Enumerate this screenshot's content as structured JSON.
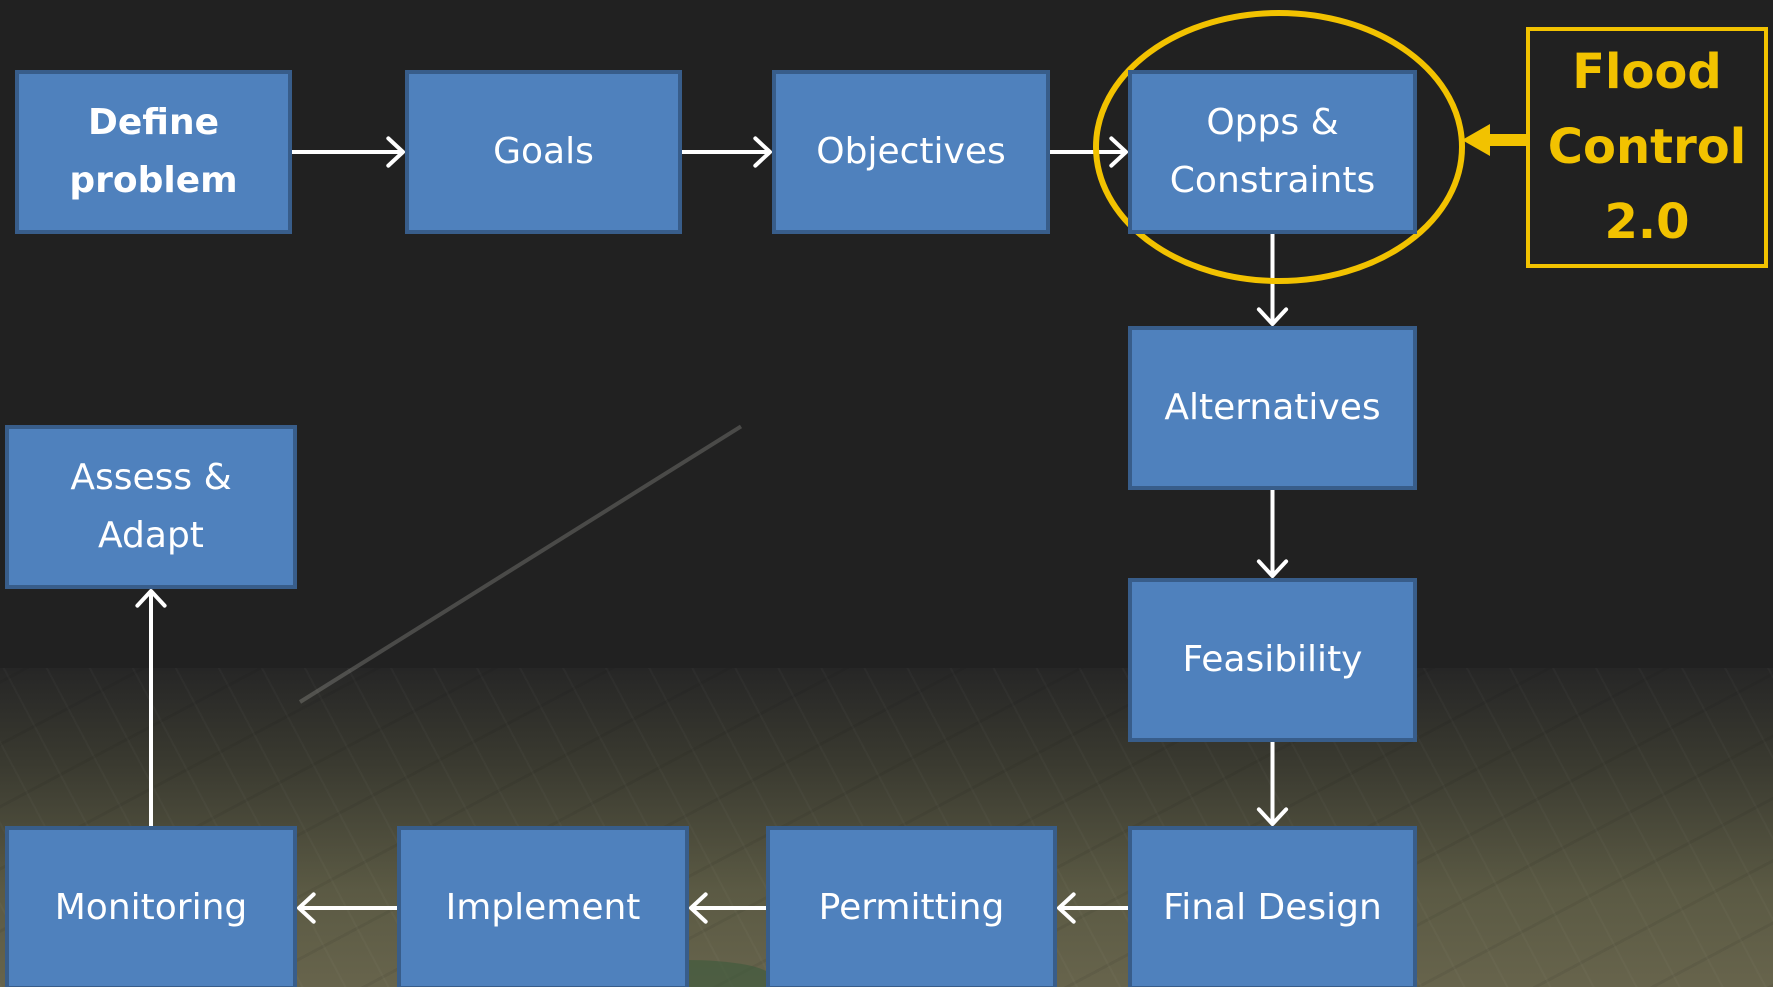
{
  "diagram": {
    "nodes": {
      "define_problem": "Define\nproblem",
      "goals": "Goals",
      "objectives": "Objectives",
      "opps_constraints": "Opps &\nConstraints",
      "alternatives": "Alternatives",
      "feasibility": "Feasibility",
      "final_design": "Final Design",
      "permitting": "Permitting",
      "implement": "Implement",
      "monitoring": "Monitoring",
      "assess_adapt": "Assess &\nAdapt"
    },
    "edges": [
      {
        "from": "define_problem",
        "to": "goals"
      },
      {
        "from": "goals",
        "to": "objectives"
      },
      {
        "from": "objectives",
        "to": "opps_constraints"
      },
      {
        "from": "opps_constraints",
        "to": "alternatives"
      },
      {
        "from": "alternatives",
        "to": "feasibility"
      },
      {
        "from": "feasibility",
        "to": "final_design"
      },
      {
        "from": "final_design",
        "to": "permitting"
      },
      {
        "from": "permitting",
        "to": "implement"
      },
      {
        "from": "implement",
        "to": "monitoring"
      },
      {
        "from": "monitoring",
        "to": "assess_adapt"
      }
    ],
    "callout": {
      "label": "Flood\nControl\n2.0",
      "target": "opps_constraints"
    }
  },
  "colors": {
    "node_fill": "#4f81bd",
    "node_border": "#385d8a",
    "node_text": "#ffffff",
    "arrow": "#ffffff",
    "highlight": "#f2c200",
    "background": "#212121"
  }
}
